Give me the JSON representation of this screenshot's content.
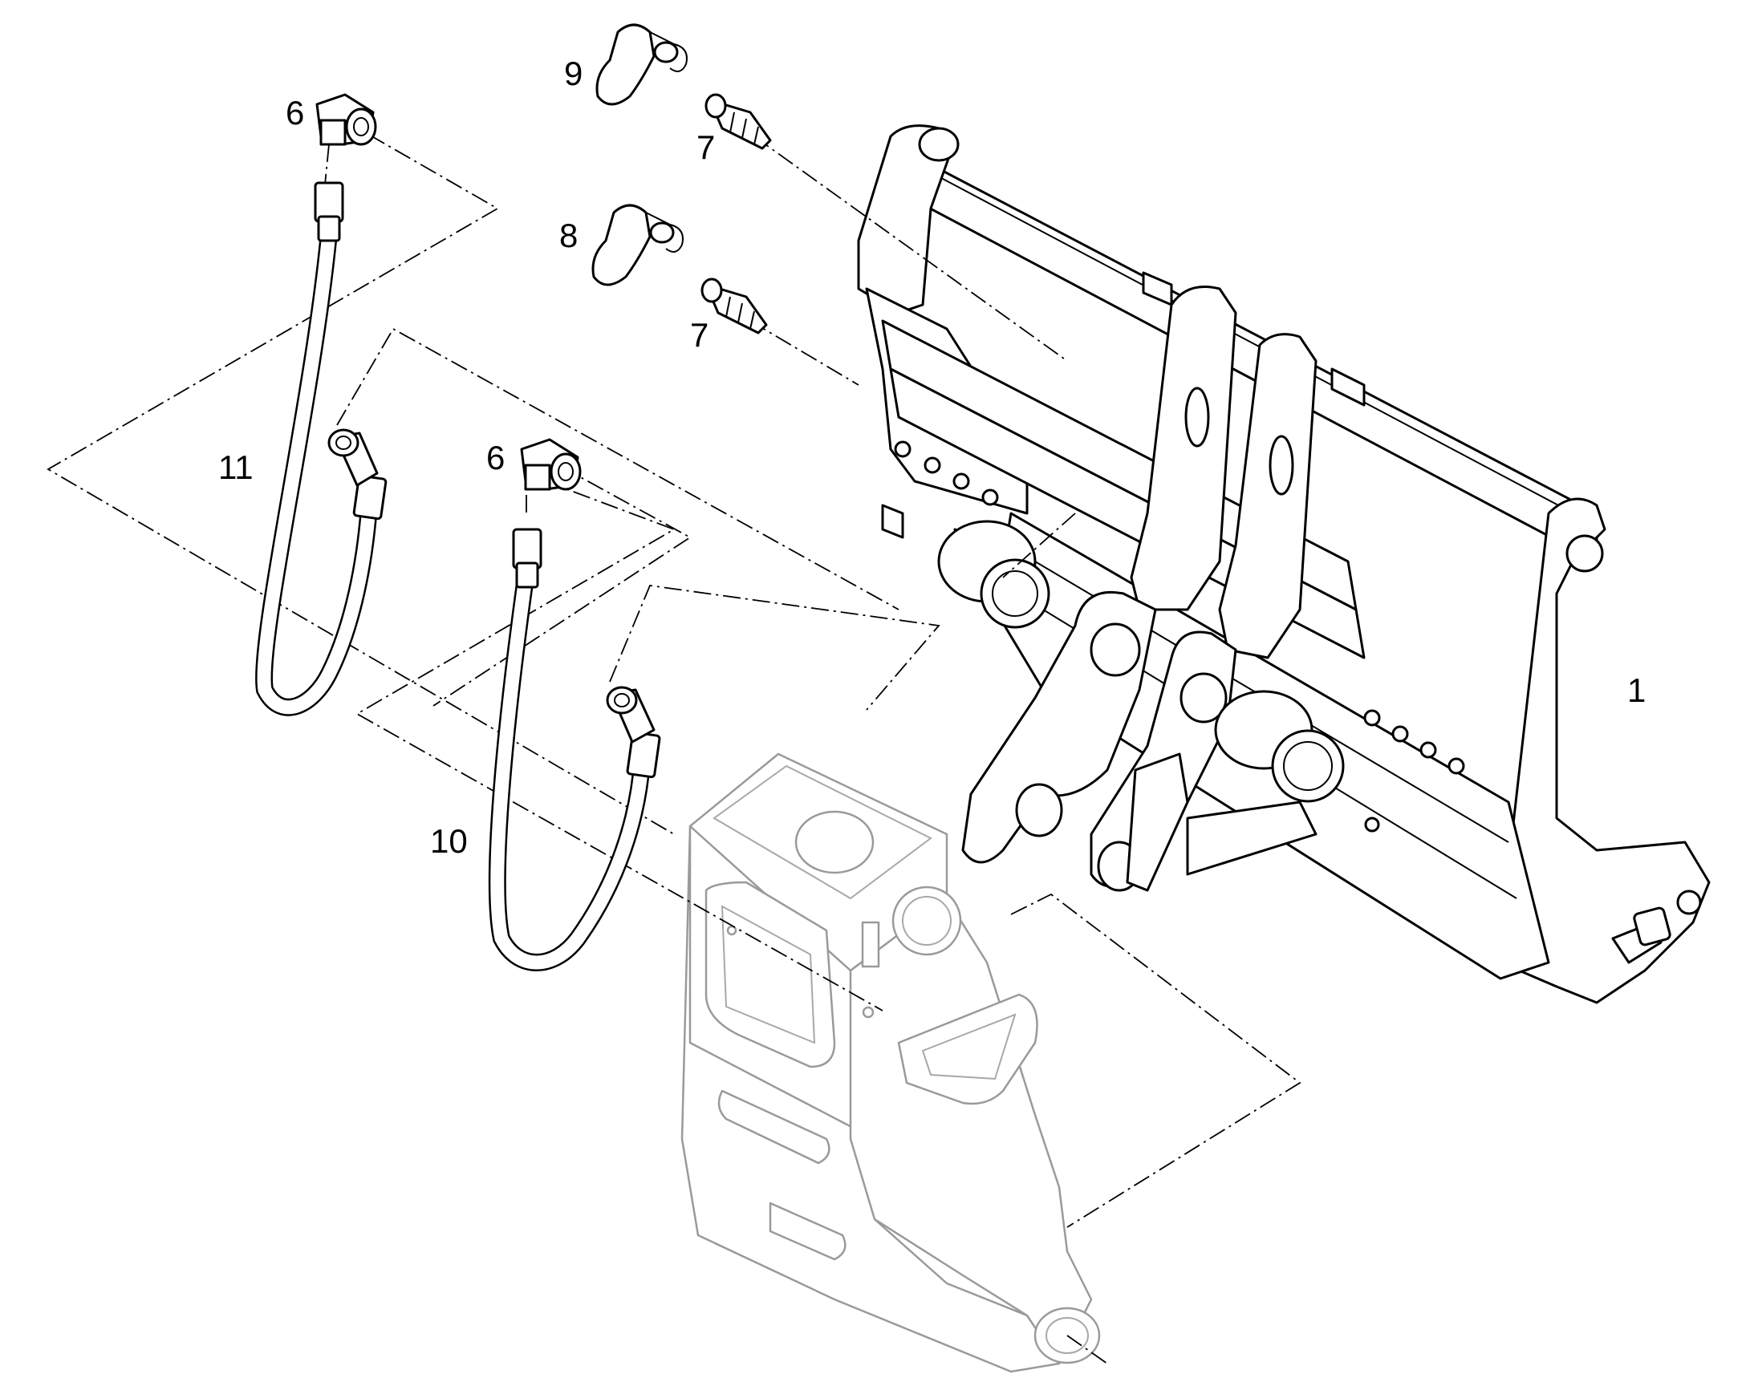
{
  "callouts": {
    "c1": "1",
    "c6a": "6",
    "c6b": "6",
    "c7a": "7",
    "c7b": "7",
    "c8": "8",
    "c9": "9",
    "c10": "10",
    "c11": "11"
  },
  "colors": {
    "line": "#000000",
    "ghost": "#9a9a9a",
    "background": "#ffffff"
  }
}
